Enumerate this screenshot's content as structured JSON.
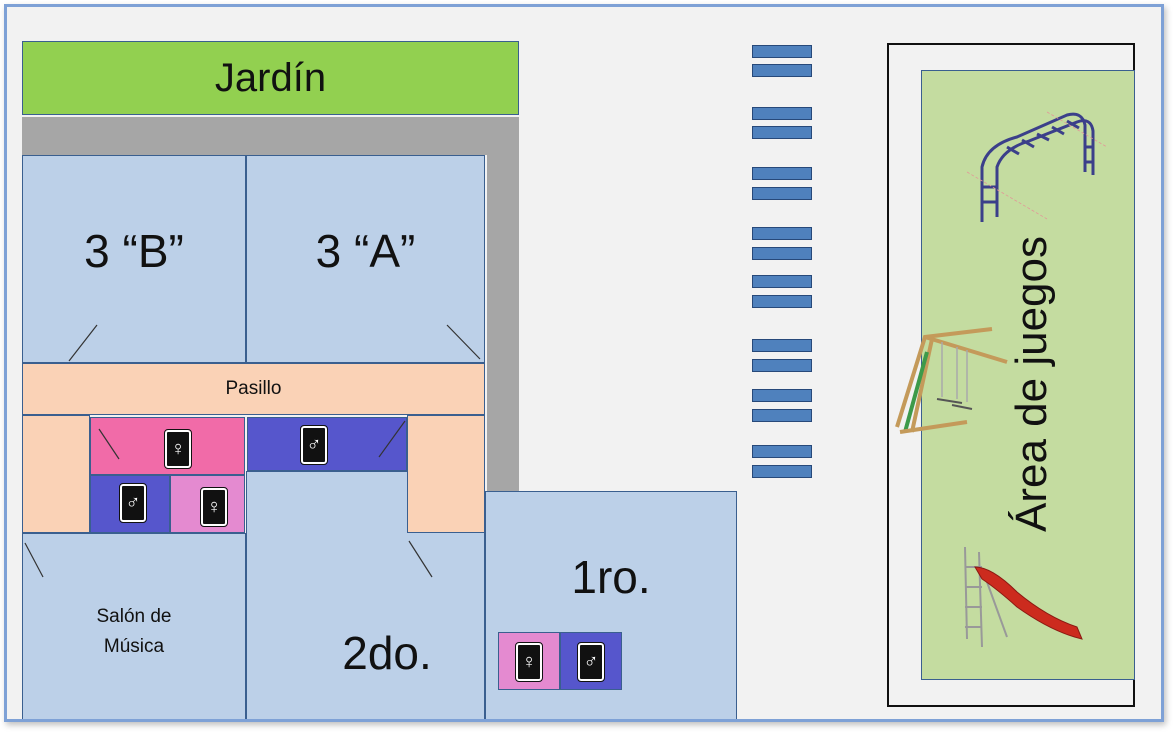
{
  "rooms": {
    "garden": "Jardín",
    "room_3b": "3 “B”",
    "room_3a": "3 “A”",
    "hallway": "Pasillo",
    "music_line1": "Salón de",
    "music_line2": "Música",
    "room_2": "2do.",
    "room_1": "1ro.",
    "play_area": "Área de juegos"
  },
  "icons": {
    "women_restroom": "women-restroom-icon",
    "men_restroom": "men-restroom-icon",
    "monkey_bars": "monkey-bars-icon",
    "swing_set": "swing-set-icon",
    "slide": "slide-icon",
    "bench": "bench-icon"
  },
  "colors": {
    "garden": "#92d050",
    "classroom": "#bcd0e8",
    "hallway": "#fad2b6",
    "women_restroom": "#f16ba8",
    "men_restroom": "#5656cc",
    "play_area": "#c4dca0",
    "walkway": "#a6a6a6",
    "bench": "#4f81bd"
  }
}
